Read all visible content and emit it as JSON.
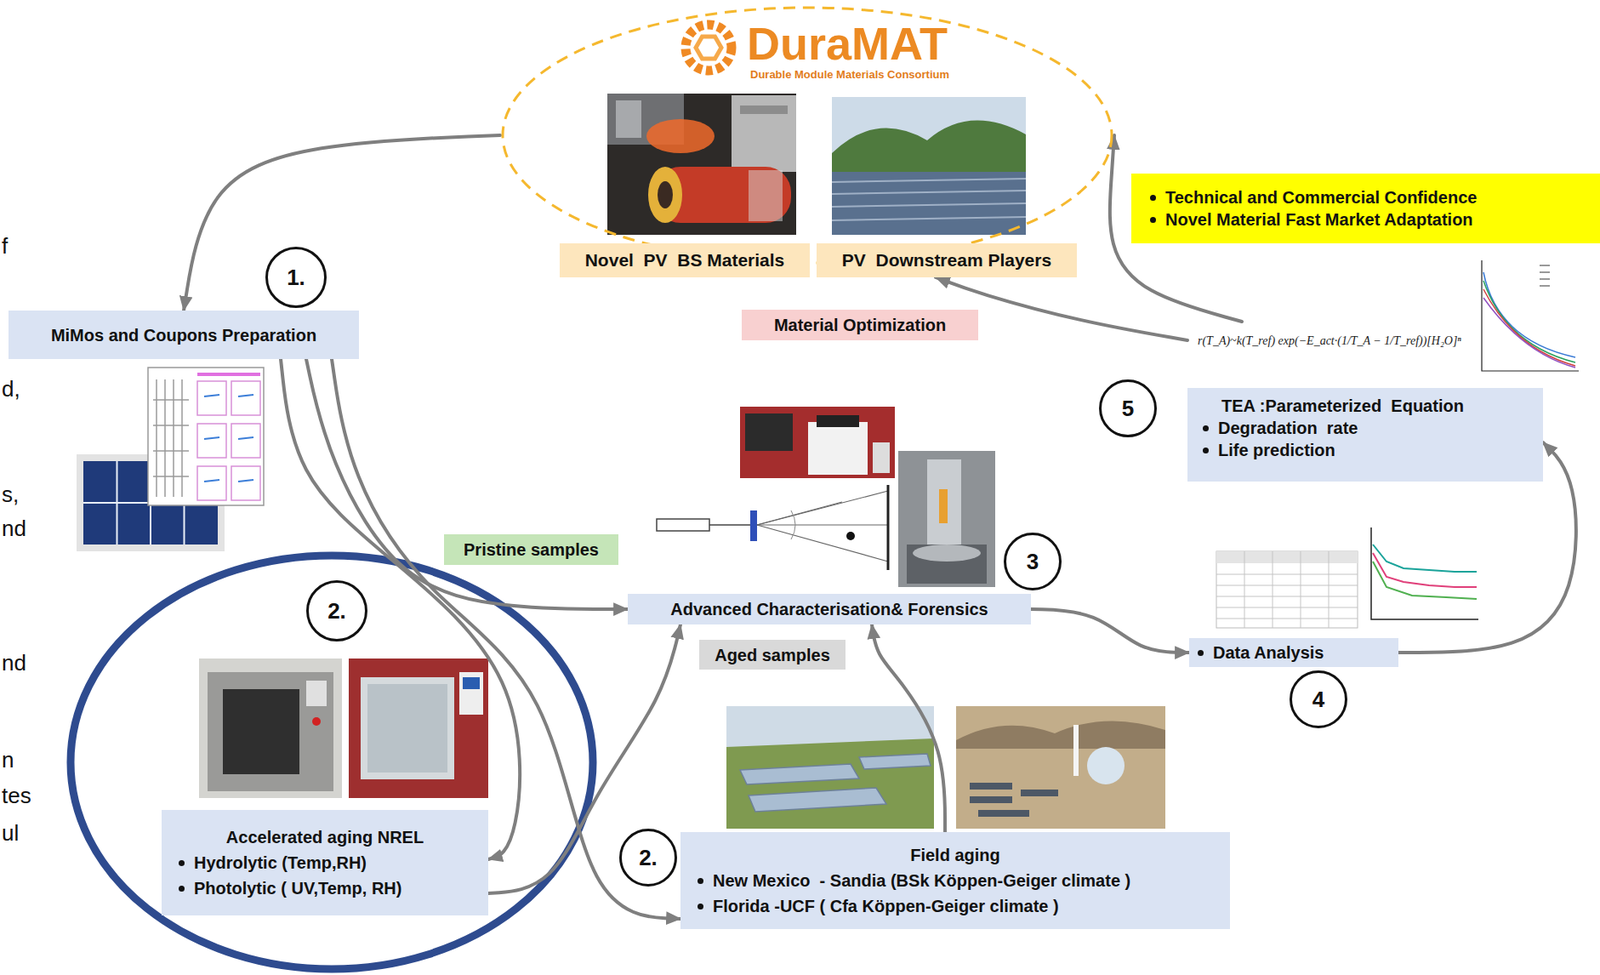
{
  "diagram": {
    "nodes": [
      {
        "text": [
          "DuraMAT",
          "Durable Module Materials Consortium"
        ]
      },
      {
        "text": [
          "Novel  PV  BS Materials"
        ],
        "in": 0
      },
      {
        "text": [
          "PV  Downstream Players"
        ],
        "in": 0
      },
      {
        "text": [
          "Technical and Commercial Confidence",
          "Novel Material Fast Market Adaptation"
        ]
      },
      {
        "text": [
          "1."
        ]
      },
      {
        "text": [
          "MiMos and Coupons Preparation"
        ]
      },
      {
        "text": [
          "Material Optimization"
        ]
      },
      {
        "text": [
          "r(T_A)~k(T_ref) exp(−E_act·(1/T_A − 1/T_ref))[H₂O]ⁿ",
          "TEA :Parameterized  Equation",
          "Degradation  rate",
          "Life prediction"
        ]
      },
      {
        "text": [
          "5"
        ]
      },
      {
        "text": [
          "Pristine samples"
        ]
      },
      {
        "text": [
          "2."
        ]
      },
      {
        "text": [
          "3"
        ]
      },
      {
        "text": [
          "Advanced Characterisation& Forensics"
        ]
      },
      {
        "text": [
          "Data Analysis"
        ]
      },
      {
        "text": [
          "Aged samples"
        ]
      },
      {
        "text": [
          "4"
        ]
      },
      {
        "text": [
          "Accelerated aging NREL",
          "Hydrolytic (Temp,RH)",
          "Photolytic ( UV,Temp, RH)"
        ]
      },
      {
        "text": [
          "2."
        ]
      },
      {
        "text": [
          "Field aging",
          "New Mexico  - Sandia (BSk Köppen-Geiger climate )",
          "Florida -UCF ( Cfa Köppen-Geiger climate )"
        ]
      }
    ],
    "edges": [
      {
        "from": 0,
        "to": 5,
        "arrow": "to"
      },
      {
        "from": 5,
        "to": 16,
        "arrow": "to"
      },
      {
        "from": 5,
        "to": 12,
        "arrow": "to"
      },
      {
        "from": 5,
        "to": 18,
        "arrow": "to"
      },
      {
        "from": 16,
        "to": 12,
        "arrow": "to"
      },
      {
        "from": 18,
        "to": 12,
        "arrow": "to"
      },
      {
        "from": 12,
        "to": 13,
        "arrow": "to"
      },
      {
        "from": 13,
        "to": 7,
        "arrow": "to"
      },
      {
        "from": 7,
        "to": 0,
        "arrow": "to"
      },
      {
        "from": 7,
        "to": 2,
        "arrow": "to"
      }
    ],
    "labels": [
      "f",
      "d,",
      "s,",
      "nd",
      "nd",
      "n",
      "tes",
      "ul"
    ]
  }
}
